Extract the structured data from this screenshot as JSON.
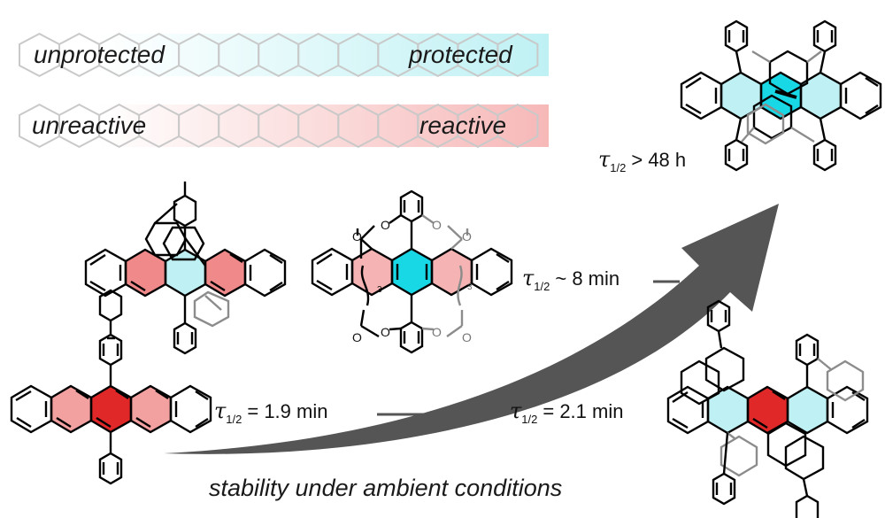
{
  "figure": {
    "scales": [
      {
        "left_label": "unprotected",
        "right_label": "protected",
        "color_theme": "cyan",
        "accent_color": "#bff2f4"
      },
      {
        "left_label": "unreactive",
        "right_label": "reactive",
        "color_theme": "red",
        "accent_color": "#f6b1b1"
      }
    ],
    "half_lives": [
      {
        "symbol": "τ",
        "subscript": "1/2",
        "relation": "= 1.9 min"
      },
      {
        "symbol": "τ",
        "subscript": "1/2",
        "relation": "~ 8 min"
      },
      {
        "symbol": "τ",
        "subscript": "1/2",
        "relation": "= 2.1 min"
      },
      {
        "symbol": "τ",
        "subscript": "1/2",
        "relation": "> 48 h"
      }
    ],
    "caption": "stability under ambient conditions",
    "atom_labels": {
      "oxygen": "O",
      "chain_count": "3"
    },
    "colors": {
      "red_ring": "#f08a8a",
      "red_center": "#e02828",
      "cyan_ring": "#bff0f3",
      "cyan_center": "#19d8e6",
      "arrow": "#555555",
      "faint_line": "#c8c8c8",
      "grey_bond": "#8c8c8c"
    }
  }
}
